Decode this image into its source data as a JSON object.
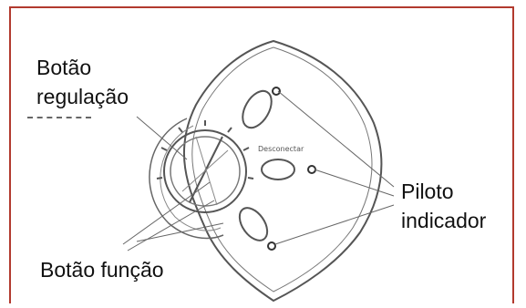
{
  "labels": {
    "regulation_line1": "Botão",
    "regulation_line2": "regulação",
    "indicator_line1": "Piloto",
    "indicator_line2": "indicador",
    "function": "Botão função",
    "disconnect": "Desconectar"
  },
  "colors": {
    "frame": "#b23a2e",
    "line": "#555555"
  }
}
